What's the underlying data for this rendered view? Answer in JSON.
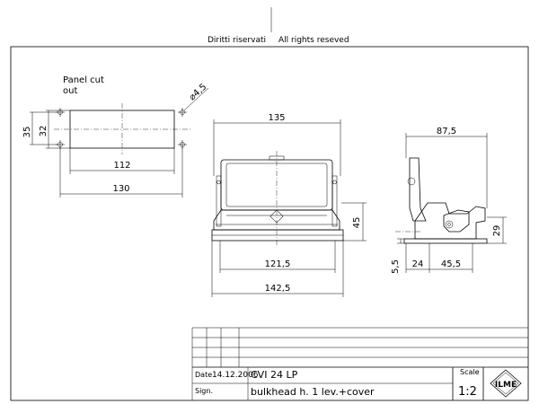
{
  "header": {
    "rights_it": "Diritti riservati",
    "rights_en": "All rights reseved"
  },
  "panel_cutout": {
    "label_line1": "Panel cut",
    "label_line2": "out",
    "dims": {
      "diameter": "⌀4,5",
      "height_outer": "35",
      "height_inner": "32",
      "width_inner": "112",
      "width_outer": "130"
    }
  },
  "front_view": {
    "dims": {
      "width_top": "135",
      "height": "45",
      "width_base_inner": "121,5",
      "width_base_outer": "142,5"
    }
  },
  "side_view": {
    "dims": {
      "width_top": "87,5",
      "height_right": "29",
      "height_left": "5,5",
      "base_left": "24",
      "base_right": "45,5"
    }
  },
  "title_block": {
    "date_label": "Date",
    "date_value": "14.12.2006",
    "sign_label": "Sign.",
    "product_code": "CVI 24 LP",
    "description": "bulkhead h. 1 lev.+cover",
    "scale_label": "Scale",
    "scale_value": "1:2",
    "logo_text": "ILME"
  }
}
